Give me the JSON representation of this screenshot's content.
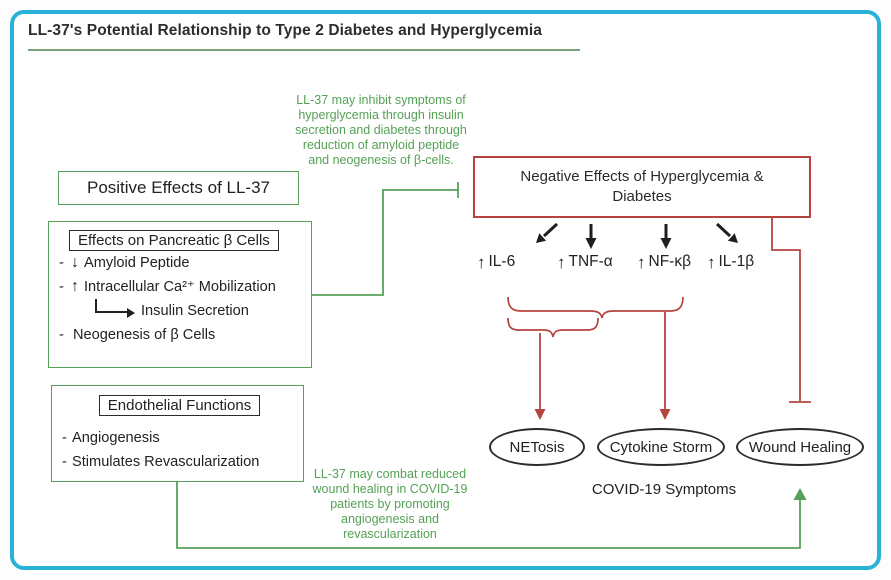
{
  "title": "LL-37's Potential Relationship to Type 2 Diabetes and Hyperglycemia",
  "colors": {
    "accent_green": "#57a05a",
    "accent_red": "#b5443e",
    "frame_blue": "#29b1d7",
    "text_dark": "#2b2b2b"
  },
  "notes": {
    "top": "LL-37 may inhibit symptoms of hyperglycemia through insulin secretion and diabetes through reduction of amyloid peptide and neogenesis of β-cells.",
    "bottom": "LL-37 may combat reduced wound healing in COVID-19 patients by promoting angiogenesis and revascularization"
  },
  "positive_effects": {
    "heading": "Positive Effects of LL-37",
    "pancreatic": {
      "title": "Effects on Pancreatic β Cells",
      "items": [
        {
          "bullet": "-",
          "glyph": "↓",
          "text": "Amyloid Peptide"
        },
        {
          "bullet": "-",
          "glyph": "↑",
          "text": "Intracellular Ca²⁺ Mobilization"
        },
        {
          "bullet": "",
          "glyph": "",
          "text": "Insulin Secretion"
        },
        {
          "bullet": "-",
          "glyph": "",
          "text": "Neogenesis of β Cells"
        }
      ]
    },
    "endothelial": {
      "title": "Endothelial Functions",
      "items": [
        {
          "bullet": "-",
          "text": "Angiogenesis"
        },
        {
          "bullet": "-",
          "text": "Stimulates Revascularization"
        }
      ]
    }
  },
  "negative_effects": {
    "heading": "Negative Effects of Hyperglycemia & Diabetes",
    "cytokines": [
      {
        "glyph": "↑",
        "label": "IL-6"
      },
      {
        "glyph": "↑",
        "label": "TNF-α"
      },
      {
        "glyph": "↑",
        "label": "NF-κβ"
      },
      {
        "glyph": "↑",
        "label": "IL-1β"
      }
    ]
  },
  "outcomes": {
    "ovals": [
      {
        "label": "NETosis"
      },
      {
        "label": "Cytokine Storm"
      },
      {
        "label": "Wound Healing"
      }
    ],
    "caption": "COVID-19 Symptoms"
  }
}
